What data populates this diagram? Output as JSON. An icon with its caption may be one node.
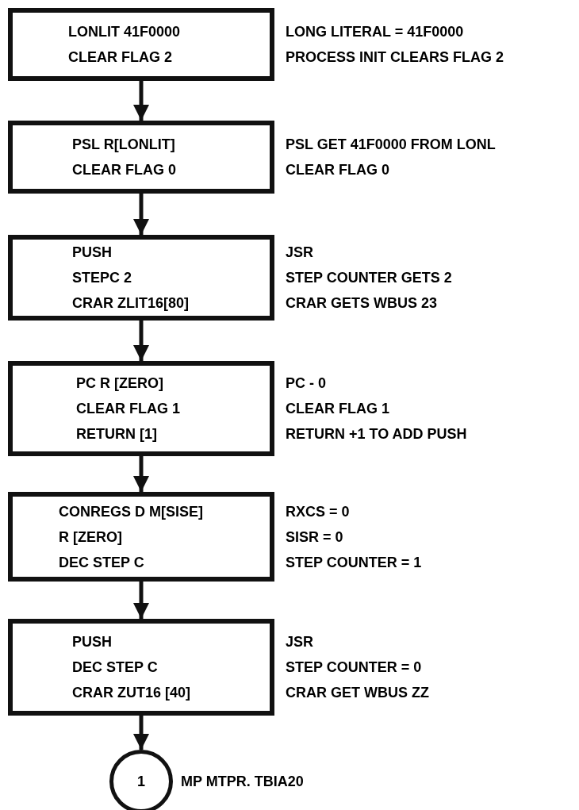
{
  "diagram": {
    "nodes": [
      {
        "text": [
          "LONLIT 41F0000",
          "CLEAR FLAG 2"
        ],
        "beside": [
          "LONG LITERAL = 41F0000",
          "PROCESS INIT CLEARS FLAG 2"
        ]
      },
      {
        "text": [
          "PSL R[LONLIT]",
          "CLEAR FLAG 0"
        ],
        "beside": [
          "PSL GET 41F0000 FROM LONL",
          "CLEAR FLAG 0"
        ]
      },
      {
        "text": [
          "PUSH",
          "STEPC 2",
          "CRAR ZLIT16[80]"
        ],
        "beside": [
          "JSR",
          "STEP COUNTER GETS 2",
          "CRAR GETS WBUS 23"
        ]
      },
      {
        "text": [
          "PC R [ZERO]",
          "CLEAR FLAG 1",
          "RETURN [1]"
        ],
        "beside": [
          "PC - 0",
          "CLEAR FLAG 1",
          "RETURN +1 TO ADD PUSH"
        ]
      },
      {
        "text": [
          "CONREGS D M[SISE]",
          "R [ZERO]",
          "DEC STEP C"
        ],
        "beside": [
          "RXCS = 0",
          "SISR = 0",
          "STEP COUNTER = 1"
        ]
      },
      {
        "text": [
          "PUSH",
          "DEC STEP C",
          "CRAR ZUT16 [40]"
        ],
        "beside": [
          "JSR",
          "STEP COUNTER = 0",
          "CRAR GET WBUS ZZ"
        ]
      },
      {
        "text": [
          "1"
        ],
        "beside": [
          "MP MTPR. TBIA20"
        ]
      }
    ],
    "edges": [
      {
        "from": 0,
        "to": 1,
        "arrow": "to"
      },
      {
        "from": 1,
        "to": 2,
        "arrow": "to"
      },
      {
        "from": 2,
        "to": 3,
        "arrow": "to"
      },
      {
        "from": 3,
        "to": 4,
        "arrow": "to"
      },
      {
        "from": 4,
        "to": 5,
        "arrow": "to"
      },
      {
        "from": 5,
        "to": 6,
        "arrow": "to"
      }
    ]
  }
}
